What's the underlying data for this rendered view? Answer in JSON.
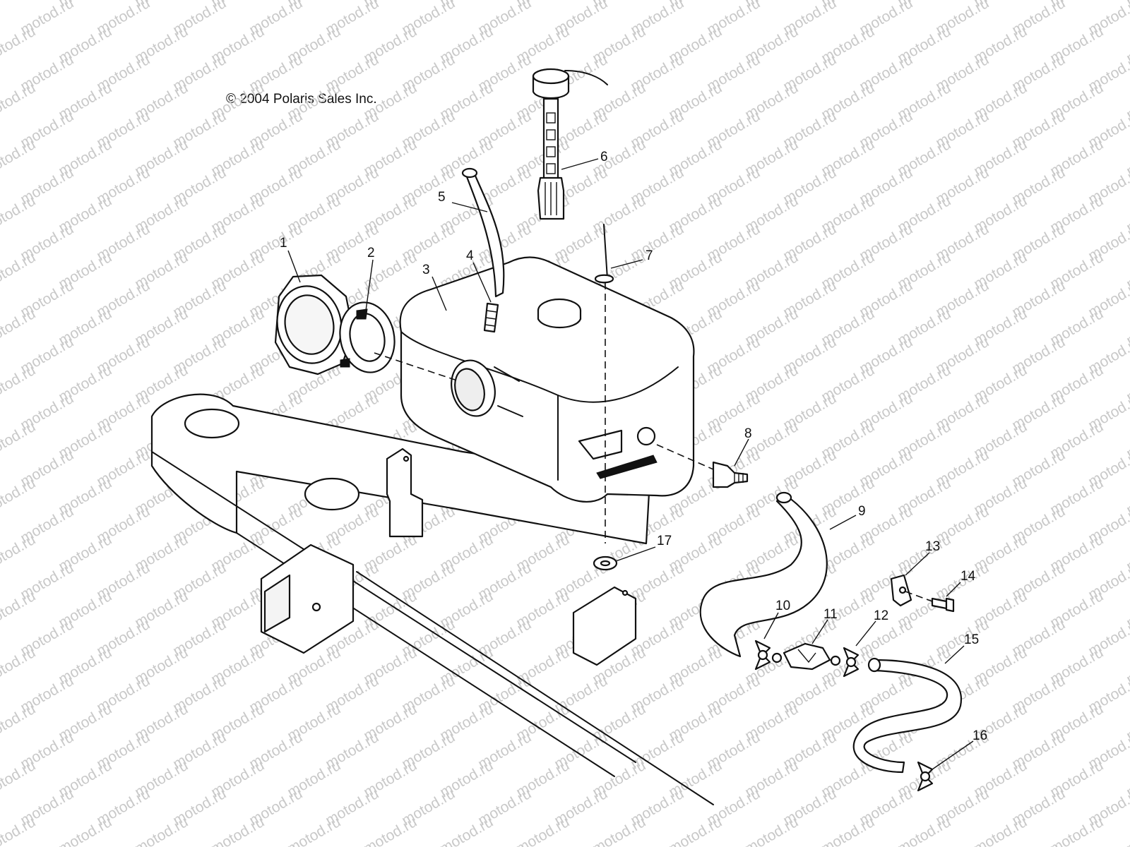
{
  "copyright": "© 2004 Polaris Sales Inc.",
  "watermark": "motod.ru",
  "callouts": [
    "1",
    "2",
    "3",
    "4",
    "5",
    "6",
    "7",
    "8",
    "9",
    "10",
    "11",
    "12",
    "13",
    "14",
    "15",
    "16",
    "17"
  ]
}
